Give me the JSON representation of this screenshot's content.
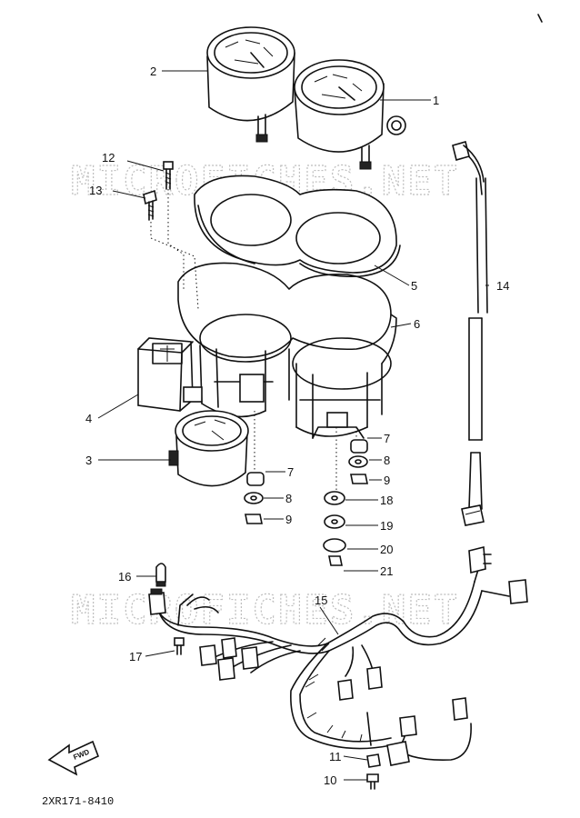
{
  "watermark": "MICROFICHES.NET",
  "part_code": "2XR171-8410",
  "fwd_label": "FWD",
  "callouts": {
    "c1": "1",
    "c2": "2",
    "c3": "3",
    "c4": "4",
    "c5": "5",
    "c6": "6",
    "c7a": "7",
    "c7b": "7",
    "c8a": "8",
    "c8b": "8",
    "c9a": "9",
    "c9b": "9",
    "c10": "10",
    "c11": "11",
    "c12": "12",
    "c13": "13",
    "c14": "14",
    "c15": "15",
    "c16": "16",
    "c17": "17",
    "c18": "18",
    "c19": "19",
    "c20": "20",
    "c21": "21"
  }
}
